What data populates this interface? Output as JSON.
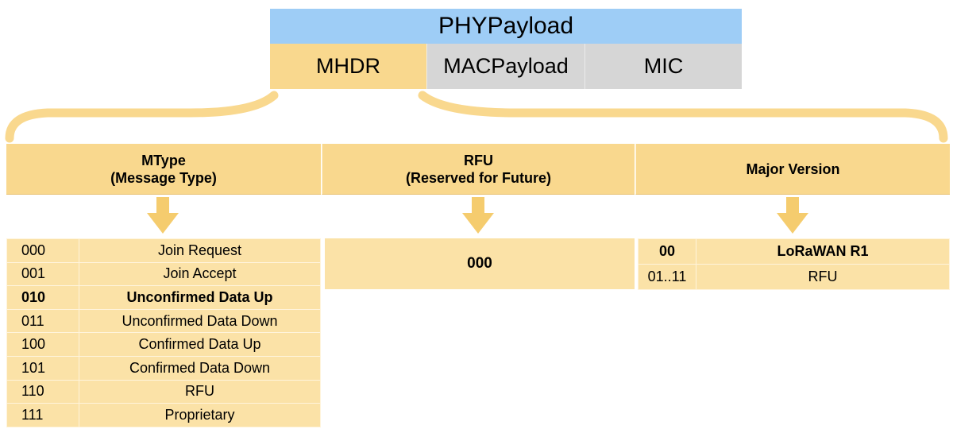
{
  "phy_payload": {
    "title": "PHYPayload",
    "fields": [
      "MHDR",
      "MACPayload",
      "MIC"
    ]
  },
  "mhdr": {
    "headers": [
      {
        "line1": "MType",
        "line2": "(Message Type)"
      },
      {
        "line1": "RFU",
        "line2": "(Reserved for Future)"
      },
      {
        "line1": "Major Version",
        "line2": ""
      }
    ]
  },
  "mtype": {
    "rows": [
      {
        "code": "000",
        "label": "Join Request",
        "bold": false
      },
      {
        "code": "001",
        "label": "Join Accept",
        "bold": false
      },
      {
        "code": "010",
        "label": "Unconfirmed Data Up",
        "bold": true
      },
      {
        "code": "011",
        "label": "Unconfirmed Data Down",
        "bold": false
      },
      {
        "code": "100",
        "label": "Confirmed Data Up",
        "bold": false
      },
      {
        "code": "101",
        "label": "Confirmed Data Down",
        "bold": false
      },
      {
        "code": "110",
        "label": "RFU",
        "bold": false
      },
      {
        "code": "111",
        "label": "Proprietary",
        "bold": false
      }
    ]
  },
  "rfu": {
    "value": "000"
  },
  "major_version": {
    "rows": [
      {
        "code": "00",
        "label": "LoRaWAN R1",
        "bold": true
      },
      {
        "code": "01..11",
        "label": "RFU",
        "bold": false
      }
    ]
  },
  "colors": {
    "phy_title": "#9ecdf6",
    "mhdr_field": "#f9d88e",
    "other_field": "#d6d6d6",
    "header_band": "#f9d88e",
    "table_cell": "#fbe2a7",
    "arrow": "#f5cc6e"
  }
}
